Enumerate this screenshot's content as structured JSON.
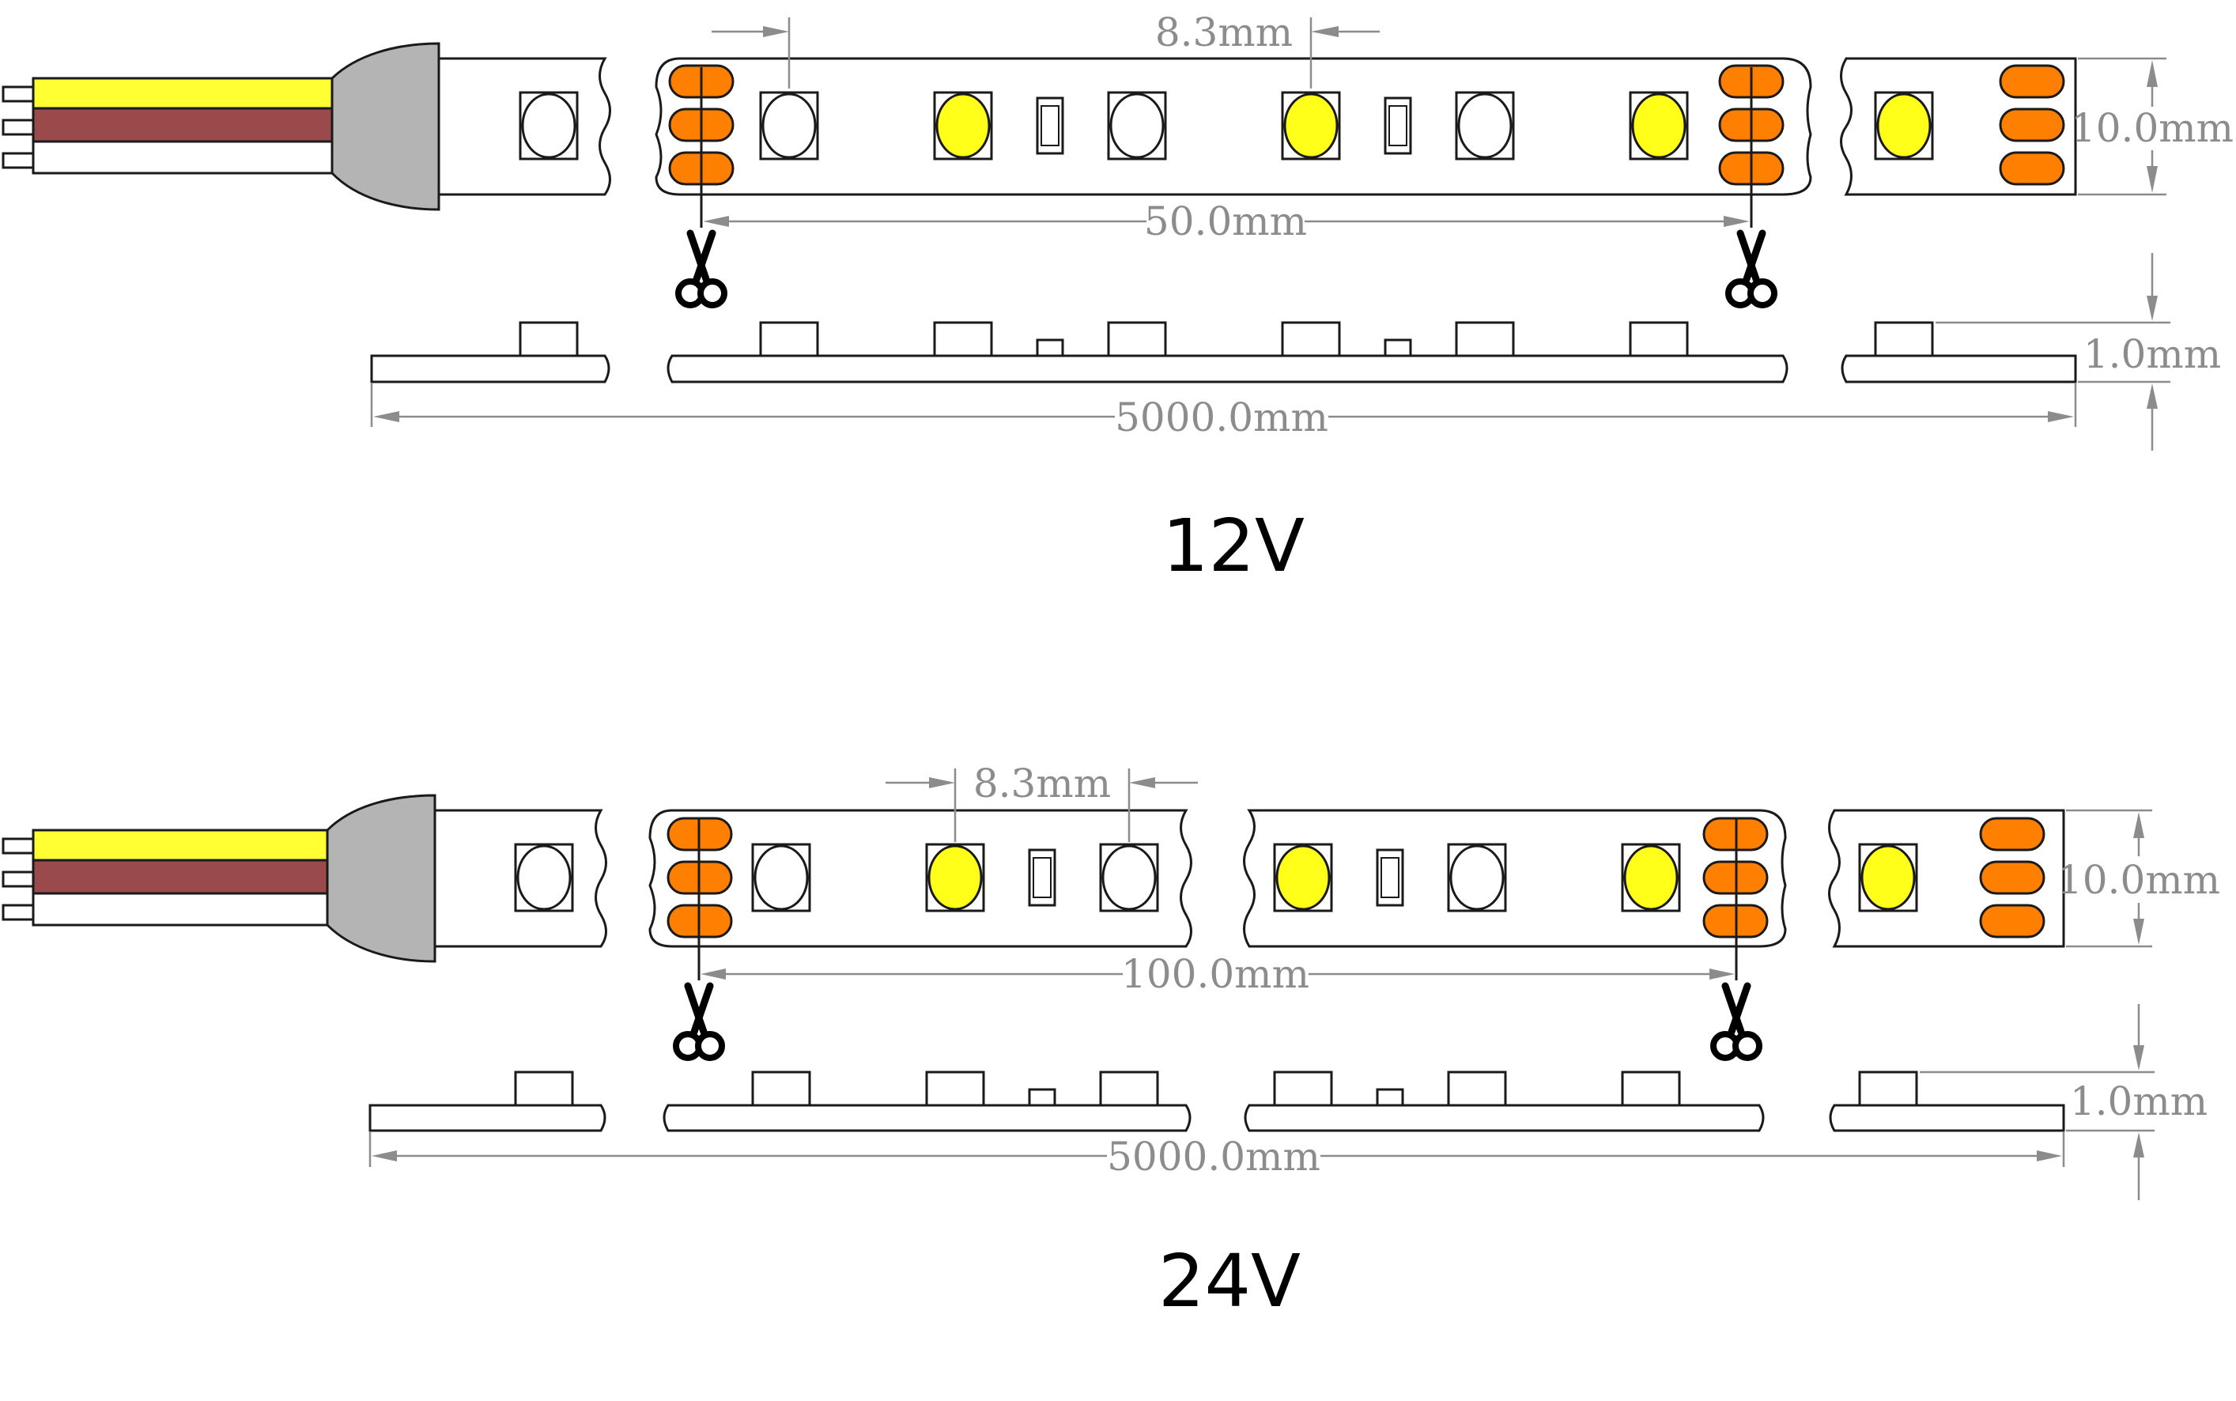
{
  "colors": {
    "warm_led": "#ffff1a",
    "white_led": "#ffffff",
    "pad": "#ff8000",
    "wire_yellow": "#ffff33",
    "wire_brown": "#9a4a4a",
    "wire_white": "#ffffff",
    "connector": "#b4b4b4",
    "dimension": "#8c8c8c"
  },
  "icons": [
    "scissors-icon"
  ],
  "variants": [
    {
      "title": "12V",
      "led_pitch_label": "8.3mm",
      "cut_length_label": "50.0mm",
      "width_label": "10.0mm",
      "thickness_label": "1.0mm",
      "total_length_label": "5000.0mm"
    },
    {
      "title": "24V",
      "led_pitch_label": "8.3mm",
      "cut_length_label": "100.0mm",
      "width_label": "10.0mm",
      "thickness_label": "1.0mm",
      "total_length_label": "5000.0mm"
    }
  ]
}
